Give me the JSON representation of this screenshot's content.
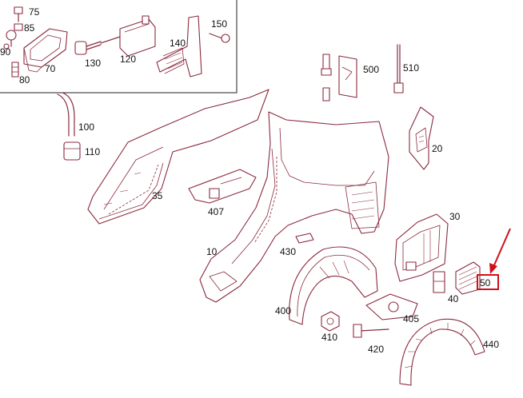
{
  "diagram": {
    "callouts": {
      "p75": "75",
      "p85": "85",
      "p90": "90",
      "p80": "80",
      "p70": "70",
      "p130": "130",
      "p120": "120",
      "p140": "140",
      "p150": "150",
      "p100": "100",
      "p110": "110",
      "p500": "500",
      "p510": "510",
      "p20": "20",
      "p35": "35",
      "p407": "407",
      "p30": "30",
      "p10": "10",
      "p430": "430",
      "p40": "40",
      "p50": "50",
      "p400": "400",
      "p405": "405",
      "p410": "410",
      "p420": "420",
      "p440": "440"
    },
    "highlighted_part": "50",
    "colors": {
      "line_art": "#8a2a3e",
      "highlight": "#d0101a",
      "text": "#111111"
    }
  }
}
